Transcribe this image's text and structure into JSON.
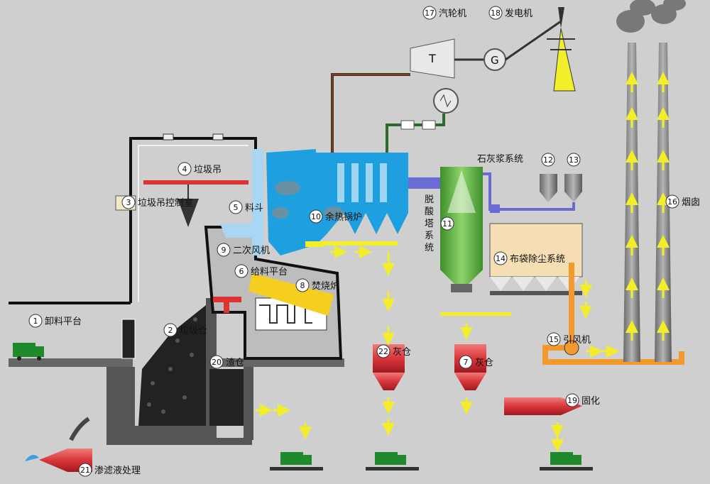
{
  "colors": {
    "background": "#cfcfcf",
    "boiler": "#1e9fe0",
    "tower": "#6cbf4a",
    "duct": "#f29a2e",
    "ash": "#d93a3a",
    "truck": "#1f8a2c",
    "arrow": "#f2ee2a",
    "wall": "#111111",
    "ground": "#555555"
  },
  "components": [
    {
      "num": "1",
      "label": "卸料平台"
    },
    {
      "num": "2",
      "label": "垃圾仓"
    },
    {
      "num": "3",
      "label": "垃圾吊控制室"
    },
    {
      "num": "4",
      "label": "垃圾吊"
    },
    {
      "num": "5",
      "label": "料斗"
    },
    {
      "num": "6",
      "label": "给料平台"
    },
    {
      "num": "7",
      "label": "灰仓"
    },
    {
      "num": "8",
      "label": "焚烧炉"
    },
    {
      "num": "9",
      "label": "二次风机"
    },
    {
      "num": "10",
      "label": "余热锅炉"
    },
    {
      "num": "11",
      "label": "脱酸塔系统"
    },
    {
      "num": "12",
      "label": ""
    },
    {
      "num": "13",
      "label": ""
    },
    {
      "num": "14",
      "label": "布袋除尘系统"
    },
    {
      "num": "15",
      "label": "引风机"
    },
    {
      "num": "16",
      "label": "烟囱"
    },
    {
      "num": "17",
      "label": "汽轮机"
    },
    {
      "num": "18",
      "label": "发电机"
    },
    {
      "num": "19",
      "label": "固化"
    },
    {
      "num": "20",
      "label": "渣仓"
    },
    {
      "num": "21",
      "label": "渗滤液处理"
    },
    {
      "num": "22",
      "label": "灰仓"
    }
  ],
  "extra_labels": {
    "lime": "石灰浆系统",
    "turbine_letter": "T",
    "generator_letter": "G"
  }
}
